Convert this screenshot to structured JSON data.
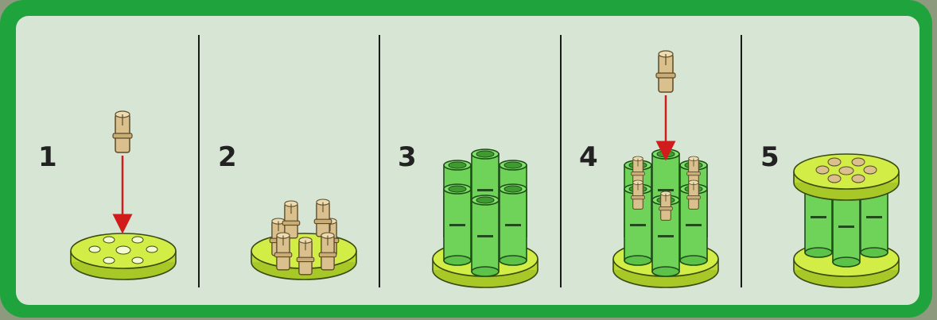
{
  "steps": [
    {
      "number": "1"
    },
    {
      "number": "2"
    },
    {
      "number": "3"
    },
    {
      "number": "4"
    },
    {
      "number": "5"
    }
  ],
  "colors": {
    "frame": "#1fa33c",
    "panel": "#d7e6d4",
    "base": "#c8e632",
    "tube": "#6fd35a",
    "pin": "#d9c08c",
    "arrow": "#d11c1c"
  },
  "icons": [
    "connector-pin-icon",
    "insert-arrow-icon",
    "round-base-icon",
    "tube-icon"
  ]
}
